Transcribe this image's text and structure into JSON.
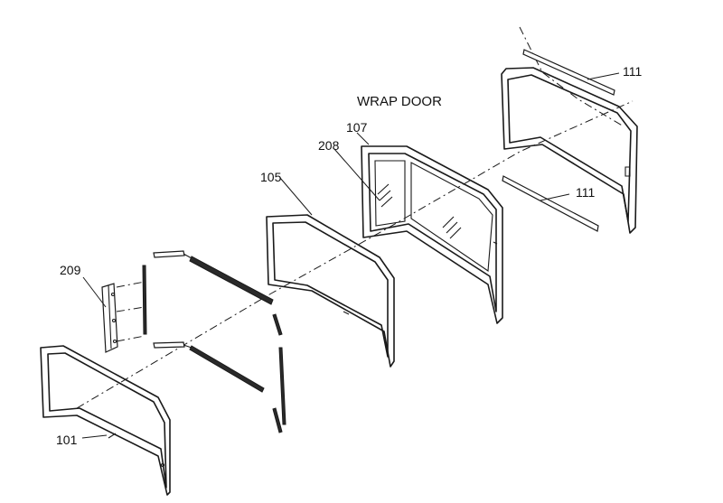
{
  "title": "WRAP DOOR",
  "callouts": {
    "c101": "101",
    "c105": "105",
    "c107": "107",
    "c208": "208",
    "c209": "209",
    "c111_top": "111",
    "c111_bottom": "111"
  }
}
